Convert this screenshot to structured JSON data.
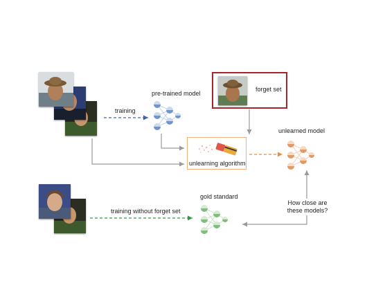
{
  "labels": {
    "training": "training",
    "pretrained_model": "pre-trained model",
    "forget_set": "forget set",
    "unlearned_model": "unlearned model",
    "unlearning_algorithm": "unlearning algorithm",
    "gold_standard": "gold standard",
    "training_without_forget_set": "training without forget set",
    "question_line1": "How close are",
    "question_line2": "these models?"
  },
  "colors": {
    "pretrained": "#6f95cf",
    "pretrained_light": "#c9daf1",
    "unlearned": "#e09a6a",
    "unlearned_light": "#f6d9c4",
    "gold": "#7fbf7a",
    "gold_light": "#d4ebd1",
    "arrow_blue": "#3f63b0",
    "arrow_orange": "#e8903f",
    "arrow_green": "#2f9a48",
    "arrow_gray": "#9a9a9a",
    "forget_border": "#a8232a"
  },
  "icons": {
    "network": "neural-network-icon",
    "eraser": "eraser-icon"
  }
}
